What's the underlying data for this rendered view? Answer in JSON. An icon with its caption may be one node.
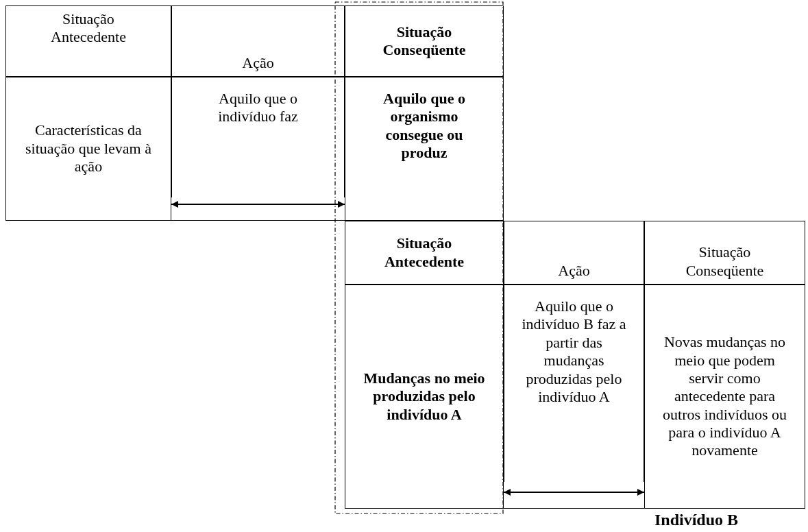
{
  "diagram": {
    "nodes": [
      {
        "text": [],
        "shape": "box"
      },
      {
        "text": [
          "Situação Antecedente"
        ]
      },
      {
        "text": [
          "Ação"
        ]
      },
      {
        "text": [
          "Situação Conseqüente"
        ],
        "in": 0
      },
      {
        "text": [
          "Características da situação que levam à ação"
        ]
      },
      {
        "text": [
          "Aquilo que o indivíduo faz"
        ]
      },
      {
        "text": [
          "Aquilo que o organismo consegue ou produz"
        ],
        "in": 0
      },
      {
        "text": [
          "Situação Antecedente"
        ],
        "in": 0
      },
      {
        "text": [
          "Ação"
        ]
      },
      {
        "text": [
          "Situação Conseqüente"
        ]
      },
      {
        "text": [
          "Mudanças no meio produzidas pelo indivíduo A"
        ],
        "in": 0
      },
      {
        "text": [
          "Aquilo que o indivíduo B faz a partir das mudanças produzidas pelo indivíduo A"
        ]
      },
      {
        "text": [
          "Novas mudanças no meio que podem servir como antecedente para outros indivíduos ou para o indivíduo A novamente"
        ]
      }
    ],
    "edges": [
      {
        "from": 4,
        "to": 6,
        "arrow": "both"
      },
      {
        "from": 10,
        "to": 12,
        "arrow": "both"
      }
    ],
    "labels": [
      "Indivíduo B"
    ]
  }
}
